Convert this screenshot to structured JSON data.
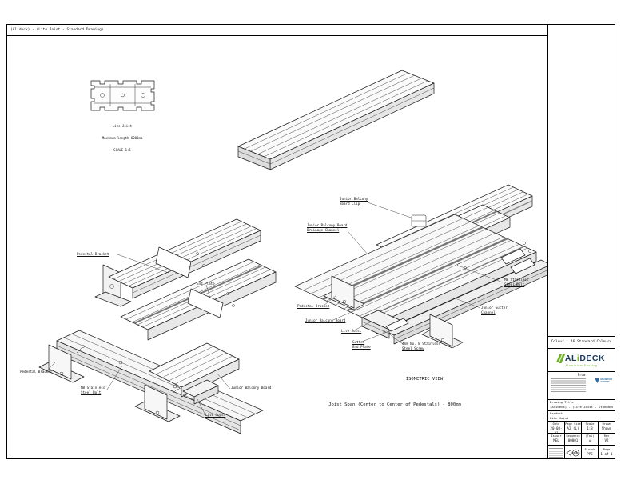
{
  "page": {
    "title_bar": "(Alideck) - (Lite Joist - Standard Drawing)"
  },
  "profile_view": {
    "name": "Lite Joist",
    "max_length": "Maximum length 6000mm",
    "scale": "SCALE 1:5"
  },
  "captions": {
    "isometric": "ISOMETRIC VIEW",
    "joist_span": "Joist Span (Center to Center of Pedestals) - 800mm"
  },
  "callouts": {
    "left": {
      "pedestal_bracket_top": "Pedestal Bracket",
      "end_plate": "End Plate",
      "pedestal_bracket_bottom": "Pedestal Bracket",
      "m8_bolt": "M8 Stainless\nSteel Bolt",
      "junior_balcony_board": "Junior Balcony Board",
      "lite_joist": "Lite Joist"
    },
    "right": {
      "board_clip": "Junior Balcony\nBoard Clip",
      "drainage_channel": "Junior Balcony Board\nDrainage Channel",
      "m8_bolt": "M8 Stainless\nSteel Bolt",
      "pedestal_bracket": "Pedestal Bracket",
      "gutter_channel": "Junior Gutter\nChannel",
      "junior_balcony_board": "Junior Balcony Board",
      "lite_joist": "Lite Joist",
      "gutter_end_plate": "Gutter\nEnd Plate",
      "steel_screw": "4mm No. 8 Stainless\nSteel Screw"
    }
  },
  "title_block": {
    "colour": "Colour : 16 Standard Colours",
    "brand": {
      "name_left": "AL",
      "name_i": "i",
      "name_right": "DECK",
      "tagline": "Aluminium Decking",
      "from": "From",
      "group_line1": "MILWOOD",
      "group_line2": "GROUP"
    },
    "drawing_title_label": "Drawing Title",
    "drawing_title": "(Alideck) - (Lite Joist - Standard Drawing)",
    "product_label": "Product",
    "product": "Lite Joist",
    "fields": {
      "date_label": "Date",
      "date": "20-08-21",
      "page_size_label": "Page Size",
      "page_size": "A2 (L)",
      "scale_label": "Scale",
      "scale": "1:3",
      "drawn_label": "Drawn",
      "drawn": "Shown",
      "issuer_label": "Issuer",
      "issuer": "MEL",
      "sequence_label": "Sequence",
      "sequence": "00001",
      "tol_label": "(Tol)",
      "tol": "±",
      "rev_label": "Rev",
      "rev": "V2",
      "finish_label": "Finish",
      "finish": "PPC",
      "page_label": "Page",
      "page": "1 of 1"
    },
    "colors": {
      "brand_navy": "#1b3a5a",
      "brand_green": "#72b12c",
      "milwood_blue": "#2e6da4"
    }
  }
}
